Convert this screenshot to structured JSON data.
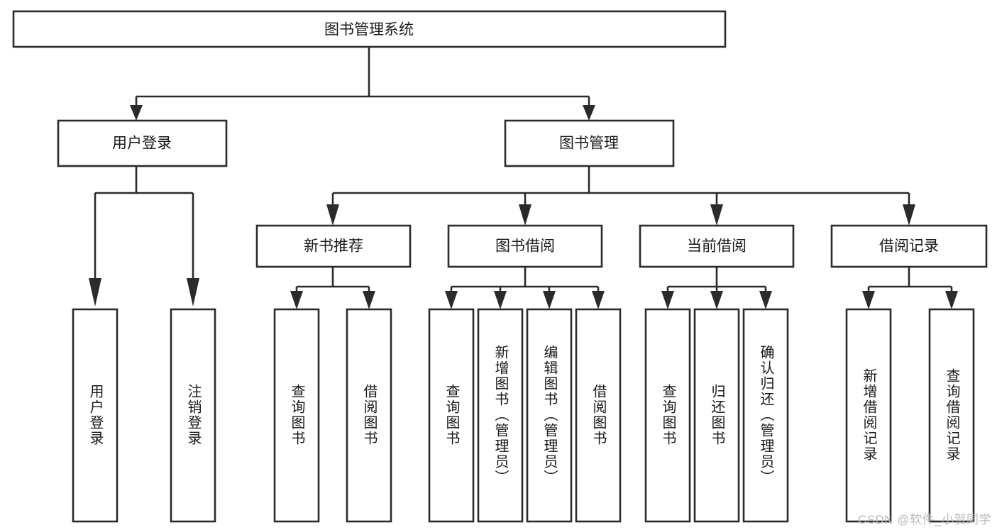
{
  "diagram": {
    "type": "tree-hierarchy",
    "title": "图书管理系统",
    "watermark": "CSDN @软件_小贺同学",
    "colors": {
      "stroke": "#2b2b2b",
      "fill": "#ffffff",
      "text": "#1a1a1a",
      "watermark": "#b9b9b9"
    },
    "levels": 3,
    "root": {
      "id": "root",
      "label": "图书管理系统",
      "orientation": "horizontal"
    },
    "level2": [
      {
        "id": "user-login",
        "label": "用户登录",
        "orientation": "horizontal"
      },
      {
        "id": "book-manage",
        "label": "图书管理",
        "orientation": "horizontal"
      }
    ],
    "level3": [
      {
        "id": "new-book-rec",
        "label": "新书推荐",
        "orientation": "horizontal",
        "parent": "book-manage"
      },
      {
        "id": "book-borrow",
        "label": "图书借阅",
        "orientation": "horizontal",
        "parent": "book-manage"
      },
      {
        "id": "current-borrow",
        "label": "当前借阅",
        "orientation": "horizontal",
        "parent": "book-manage"
      },
      {
        "id": "borrow-record",
        "label": "借阅记录",
        "orientation": "horizontal",
        "parent": "book-manage"
      }
    ],
    "leaves": [
      {
        "id": "leaf-user-login",
        "label": "用户登录",
        "orientation": "vertical",
        "parent": "user-login"
      },
      {
        "id": "leaf-logout-login",
        "label": "注销登录",
        "orientation": "vertical",
        "parent": "user-login"
      },
      {
        "id": "leaf-query-book-1",
        "label": "查询图书",
        "orientation": "vertical",
        "parent": "new-book-rec"
      },
      {
        "id": "leaf-borrow-book-1",
        "label": "借阅图书",
        "orientation": "vertical",
        "parent": "new-book-rec"
      },
      {
        "id": "leaf-query-book-2",
        "label": "查询图书",
        "orientation": "vertical",
        "parent": "book-borrow"
      },
      {
        "id": "leaf-add-book",
        "label": "新增图书（管理员）",
        "orientation": "vertical",
        "parent": "book-borrow"
      },
      {
        "id": "leaf-edit-book",
        "label": "编辑图书（管理员）",
        "orientation": "vertical",
        "parent": "book-borrow"
      },
      {
        "id": "leaf-borrow-book-2",
        "label": "借阅图书",
        "orientation": "vertical",
        "parent": "book-borrow"
      },
      {
        "id": "leaf-query-book-3",
        "label": "查询图书",
        "orientation": "vertical",
        "parent": "current-borrow"
      },
      {
        "id": "leaf-return-book",
        "label": "归还图书",
        "orientation": "vertical",
        "parent": "current-borrow"
      },
      {
        "id": "leaf-confirm-return",
        "label": "确认归还（管理员）",
        "orientation": "vertical",
        "parent": "current-borrow"
      },
      {
        "id": "leaf-add-record",
        "label": "新增借阅记录",
        "orientation": "vertical",
        "parent": "borrow-record"
      },
      {
        "id": "leaf-query-record",
        "label": "查询借阅记录",
        "orientation": "vertical",
        "parent": "borrow-record"
      }
    ]
  }
}
